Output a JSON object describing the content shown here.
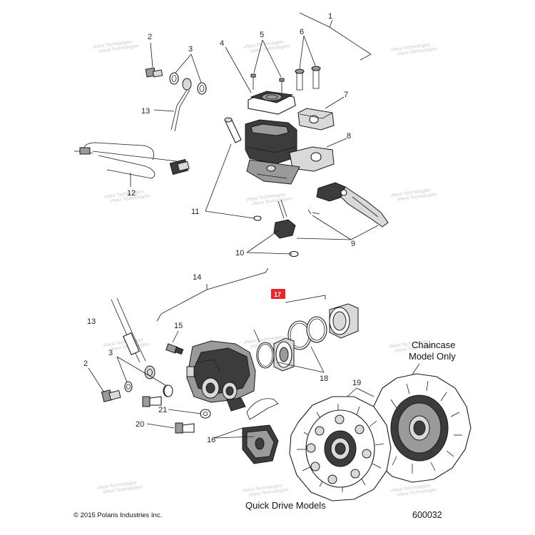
{
  "callouts": {
    "c1": "1",
    "c2a": "2",
    "c3a": "3",
    "c4": "4",
    "c5": "5",
    "c6": "6",
    "c7": "7",
    "c8": "8",
    "c9": "9",
    "c10": "10",
    "c11": "11",
    "c12": "12",
    "c13a": "13",
    "c14": "14",
    "c15": "15",
    "c16": "16",
    "c17": "17",
    "c18": "18",
    "c19": "19",
    "c20": "20",
    "c21": "21",
    "c13b": "13",
    "c3b": "3",
    "c2b": "2"
  },
  "labels": {
    "chaincase_line1": "Chaincase",
    "chaincase_line2": "Model Only",
    "quick_drive": "Quick Drive Models",
    "copyright": "© 2015 Polaris Industries Inc.",
    "diagram_number": "600032"
  },
  "watermark": {
    "text_line1": "vNext Technologies",
    "text_line2": "vNext Technologies"
  },
  "colors": {
    "highlight": "#e8262c",
    "line": "#1a1a1a",
    "watermark": "#c9c9c9"
  }
}
